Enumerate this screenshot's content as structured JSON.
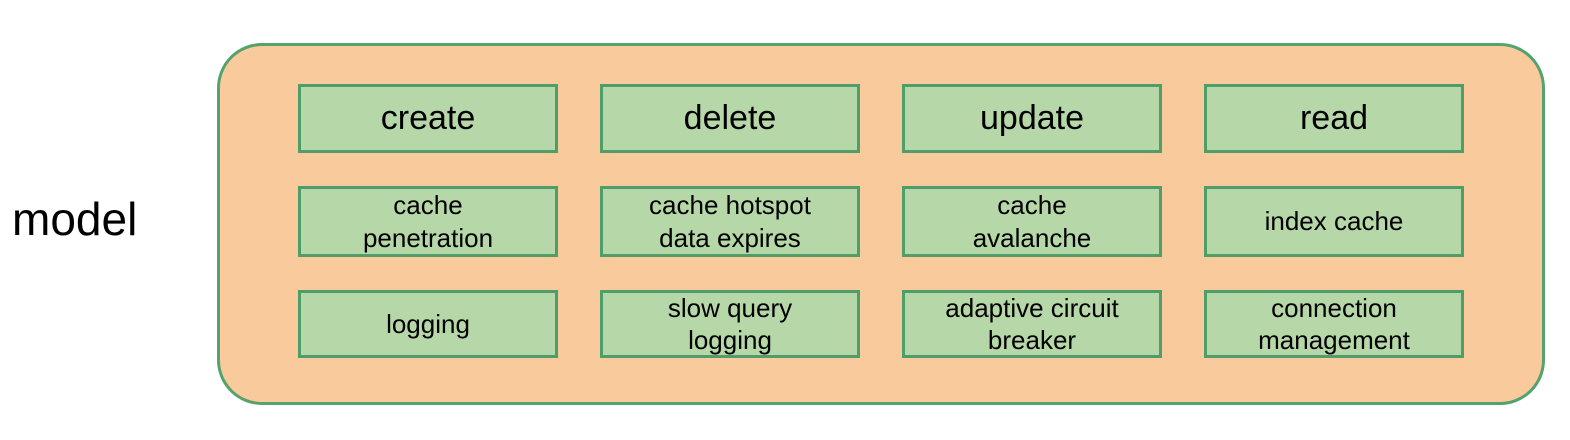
{
  "diagram": {
    "side_label": "model",
    "colors": {
      "container_fill": "#F9CB9C",
      "container_border": "#56A26C",
      "box_fill": "#B6D7A8",
      "box_border": "#4F9D69",
      "text": "#000000",
      "background": "#FFFFFF"
    },
    "rows": [
      {
        "cells": [
          "create",
          "delete",
          "update",
          "read"
        ]
      },
      {
        "cells": [
          "cache\npenetration",
          "cache hotspot\ndata expires",
          "cache\navalanche",
          "index cache"
        ]
      },
      {
        "cells": [
          "logging",
          "slow query\nlogging",
          "adaptive circuit\nbreaker",
          "connection\nmanagement"
        ]
      }
    ]
  }
}
